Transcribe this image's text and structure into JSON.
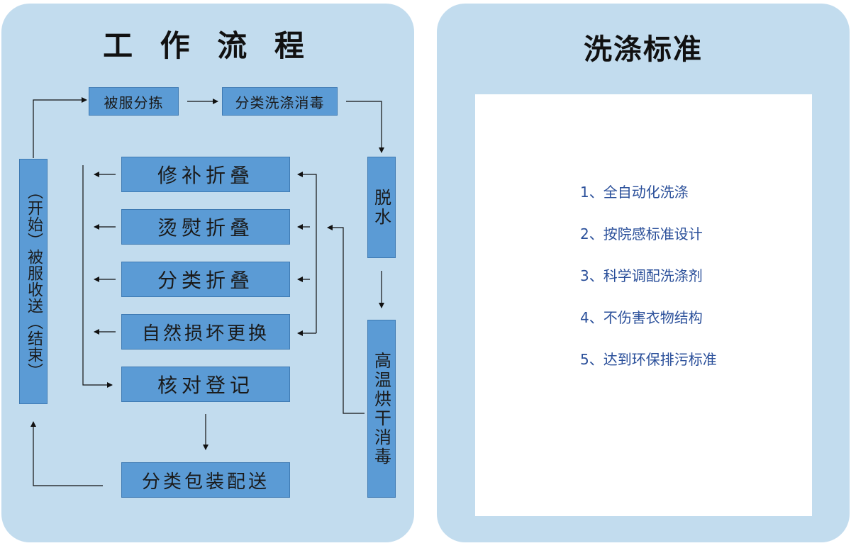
{
  "left": {
    "title": "工 作 流 程",
    "boxes": {
      "sorting": "被服分拣",
      "wash": "分类洗涤消毒",
      "spin": "脱水",
      "dry": "高温烘干消毒",
      "collect": "（开始）被服收送（结束）",
      "repair": "修补折叠",
      "iron": "烫熨折叠",
      "classify": "分类折叠",
      "replace": "自然损坏更换",
      "check": "核对登记",
      "deliver": "分类包装配送"
    }
  },
  "right": {
    "title": "洗涤标准",
    "standards": [
      "1、全自动化洗涤",
      "2、按院感标准设计",
      "3、科学调配洗涤剂",
      "4、不伤害衣物结构",
      "5、达到环保排污标准"
    ]
  },
  "colors": {
    "panel_bg": "#c2dcee",
    "box_fill": "#5b9bd5",
    "list_text": "#2a4f9a"
  }
}
